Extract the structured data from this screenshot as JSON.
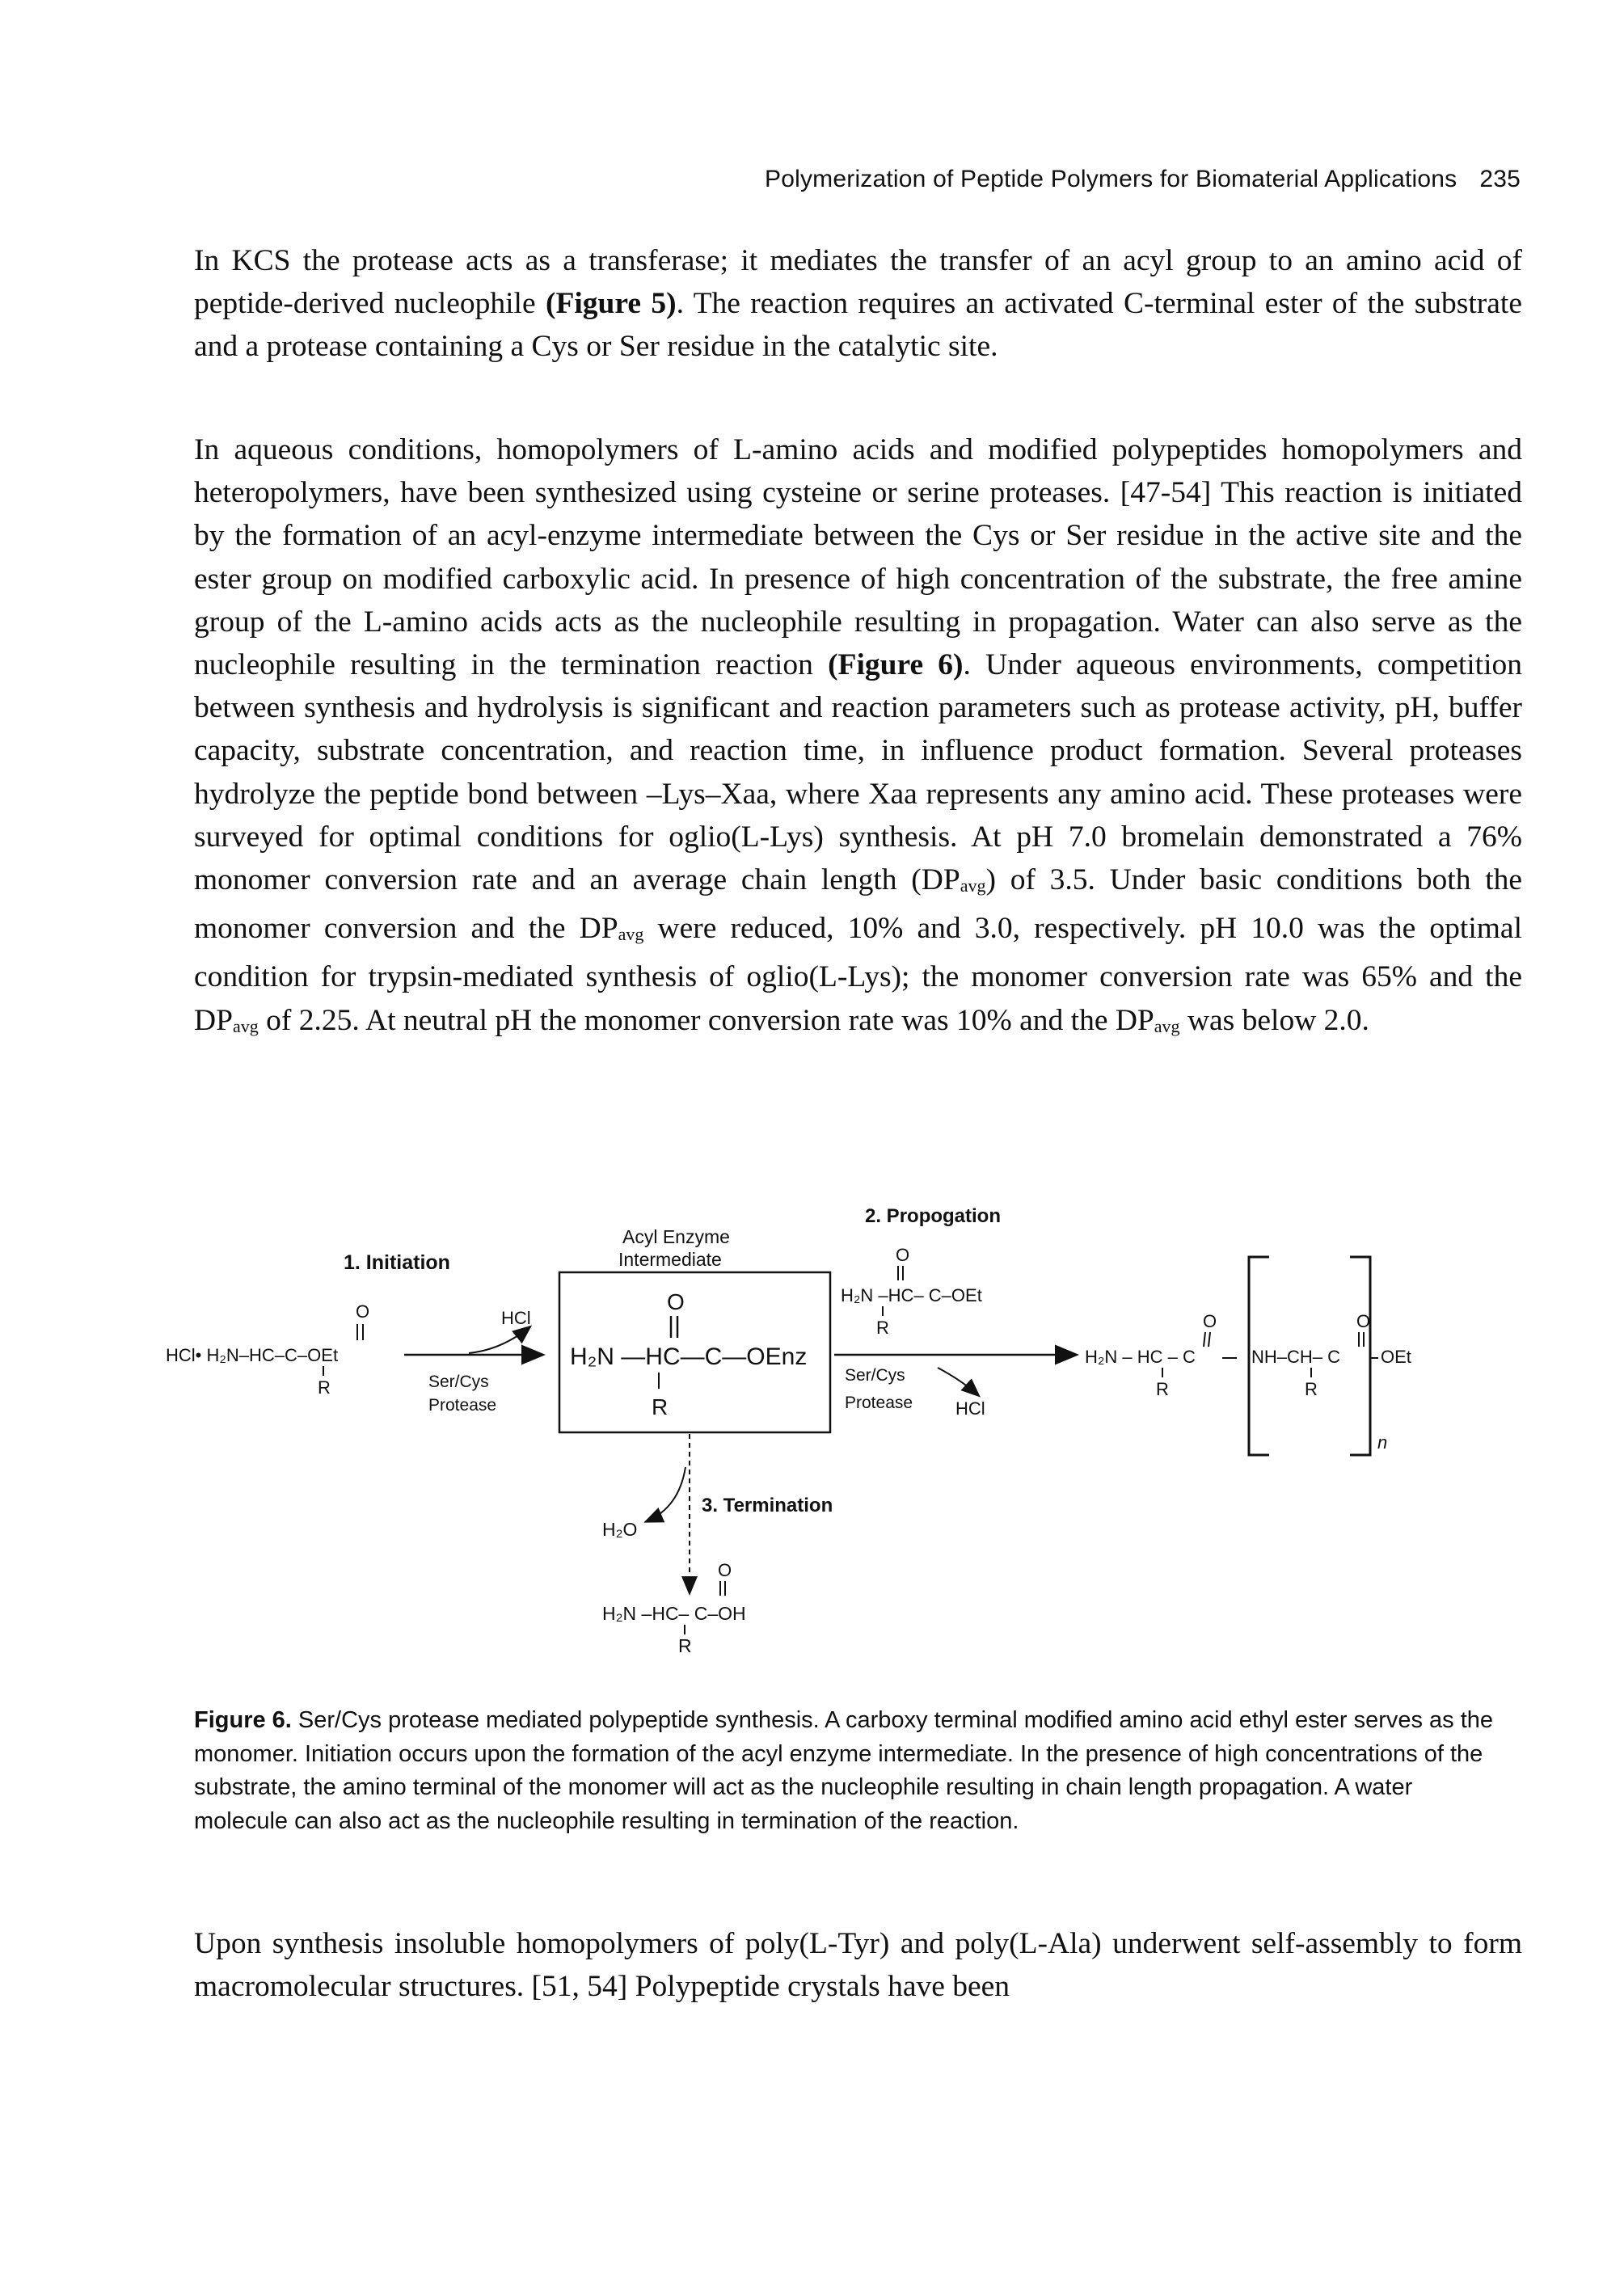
{
  "header": {
    "title": "Polymerization of Peptide Polymers for Biomaterial Applications",
    "page_number": "235"
  },
  "paragraph1": {
    "t1": "In KCS the protease acts as a transferase; it mediates the transfer of an acyl group to an amino acid of peptide-derived nucleophile ",
    "b1": "(Figure 5)",
    "t2": ". The reaction requires an activated C-terminal ester of the substrate and a protease containing a Cys or Ser residue in the catalytic site."
  },
  "paragraph2": {
    "t1": "In aqueous conditions, homopolymers of L-amino acids and modified polypeptides homopolymers and heteropolymers, have been synthesized using cysteine or serine proteases. [47-54] This reaction is initiated by the formation of an acyl-enzyme intermediate between the Cys or Ser residue in the active site and the ester group on modified carboxylic acid. In presence of high concentration of the substrate, the free amine group of the L-amino acids acts as the nucleophile resulting in propagation. Water can also serve as the nucleophile resulting in the termination reaction ",
    "b1": "(Figure 6)",
    "t2": ". Under aqueous environments, competition between synthesis and hydrolysis is significant and reaction parameters such as protease activity, pH, buffer capacity, substrate concentration, and reaction time, in influence product formation. Several proteases hydrolyze the peptide bond between –Lys–Xaa, where Xaa represents any amino acid. These proteases were surveyed for optimal conditions for oglio(L-Lys) synthesis. At pH 7.0 bromelain demonstrated a 76% monomer conversion rate and an average chain length (DP",
    "t3": ") of 3.5. Under basic conditions both the monomer conversion and the DP",
    "t4": " were reduced, 10% and 3.0, respectively. pH 10.0 was the optimal condition for trypsin-mediated synthesis of oglio(L-Lys); the monomer conversion rate was 65% and the DP",
    "t5": " of 2.25. At neutral pH the monomer conversion rate was 10% and the DP",
    "t6": " was below 2.0.",
    "sub": "avg"
  },
  "figure": {
    "initiation_label": "1. Initiation",
    "reactant_prefix": "HCl• H₂N–HC–C–OEt",
    "hcl": "HCl",
    "o": "O",
    "r": "R",
    "ser_cys": "Ser/Cys",
    "protease": "Protease",
    "acyl_enzyme_line1": "Acyl Enzyme",
    "acyl_enzyme_line2": "Intermediate",
    "intermediate_formula": "H₂N —HC—C—OEnz",
    "propagation_label": "2. Propogation",
    "nucleophile_formula": "H₂N –HC– C–OEt",
    "product_left": "H₂N – HC – C",
    "product_mid": "NH–CH– C",
    "oet": "OEt",
    "n": "n",
    "termination_label": "3. Termination",
    "h2o": "H₂O",
    "acid_formula": "H₂N –HC– C–OH"
  },
  "caption": {
    "label": "Figure 6.",
    "text": " Ser/Cys protease mediated polypeptide synthesis. A carboxy terminal modified amino acid ethyl ester serves as the monomer. Initiation occurs upon the formation of the acyl enzyme intermediate. In the presence of high concentrations of the substrate, the amino terminal of the monomer will act as the nucleophile resulting in chain length propagation. A water molecule can also act as the nucleophile resulting in termination of the reaction."
  },
  "paragraph3": {
    "text": "Upon synthesis insoluble homopolymers of poly(L-Tyr) and poly(L-Ala) underwent self-assembly to form macromolecular structures. [51, 54] Polypeptide crystals have been"
  }
}
